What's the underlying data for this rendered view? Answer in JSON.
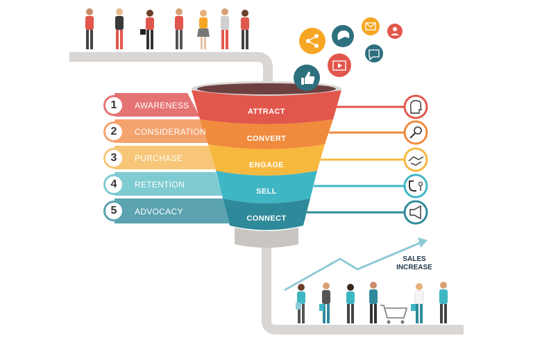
{
  "stages": [
    {
      "number": "1",
      "label": "AWARENESS",
      "color": "#e57373"
    },
    {
      "number": "2",
      "label": "CONSIDERATION",
      "color": "#f4a36d"
    },
    {
      "number": "3",
      "label": "PURCHASE",
      "color": "#f7c678"
    },
    {
      "number": "4",
      "label": "RETENTION",
      "color": "#7fcbd2"
    },
    {
      "number": "5",
      "label": "ADVOCACY",
      "color": "#5ba3b0"
    }
  ],
  "funnel": [
    {
      "label": "ATTRACT",
      "color": "#e2574c"
    },
    {
      "label": "CONVERT",
      "color": "#f08a3c"
    },
    {
      "label": "ENGAGE",
      "color": "#f7b83e"
    },
    {
      "label": "SELL",
      "color": "#3fb6c4"
    },
    {
      "label": "CONNECT",
      "color": "#2e8a9a"
    }
  ],
  "sales_label_line1": "SALES",
  "sales_label_line2": "INCREASE",
  "icons": {
    "social": [
      "share-icon",
      "messenger-icon",
      "mail-icon",
      "user-icon",
      "chat-icon",
      "video-icon",
      "like-icon"
    ],
    "right": [
      "head-idea-icon",
      "magnifier-icon",
      "handshake-icon",
      "magnet-icon",
      "megaphone-icon"
    ]
  }
}
